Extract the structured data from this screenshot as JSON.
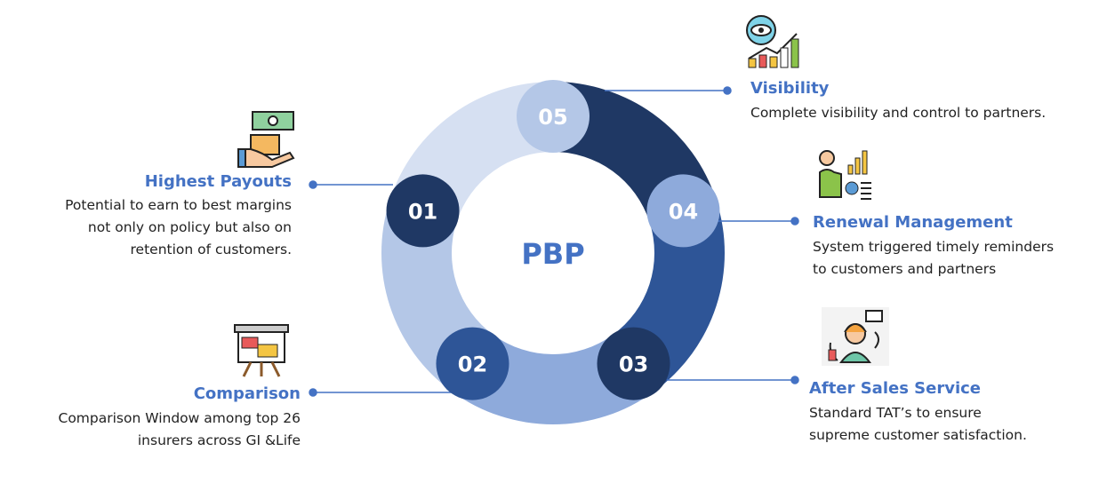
{
  "center_label": "PBP",
  "colors": {
    "accent": "#4472c4",
    "navy": "#1f3864",
    "blue": "#2e5597",
    "mid": "#8eaadb",
    "light": "#b4c7e7",
    "pale": "#d6e0f2"
  },
  "items": [
    {
      "number": "01",
      "title": "Highest Payouts",
      "lines": [
        "Potential to earn to best margins",
        "not only on policy but also on",
        "retention of customers."
      ],
      "icon": "money-hand-icon"
    },
    {
      "number": "02",
      "title": "Comparison",
      "lines": [
        "Comparison Window among top 26",
        "insurers across GI &Life"
      ],
      "icon": "presentation-board-icon"
    },
    {
      "number": "03",
      "title": "After Sales Service",
      "lines": [
        "Standard TAT’s to ensure",
        "supreme customer satisfaction."
      ],
      "icon": "customer-support-icon"
    },
    {
      "number": "04",
      "title": "Renewal Management",
      "lines": [
        "System triggered timely reminders",
        "to customers and  partners"
      ],
      "icon": "presenter-chart-icon"
    },
    {
      "number": "05",
      "title": "Visibility",
      "lines": [
        "Complete visibility and control to partners."
      ],
      "icon": "eye-chart-icon"
    }
  ]
}
